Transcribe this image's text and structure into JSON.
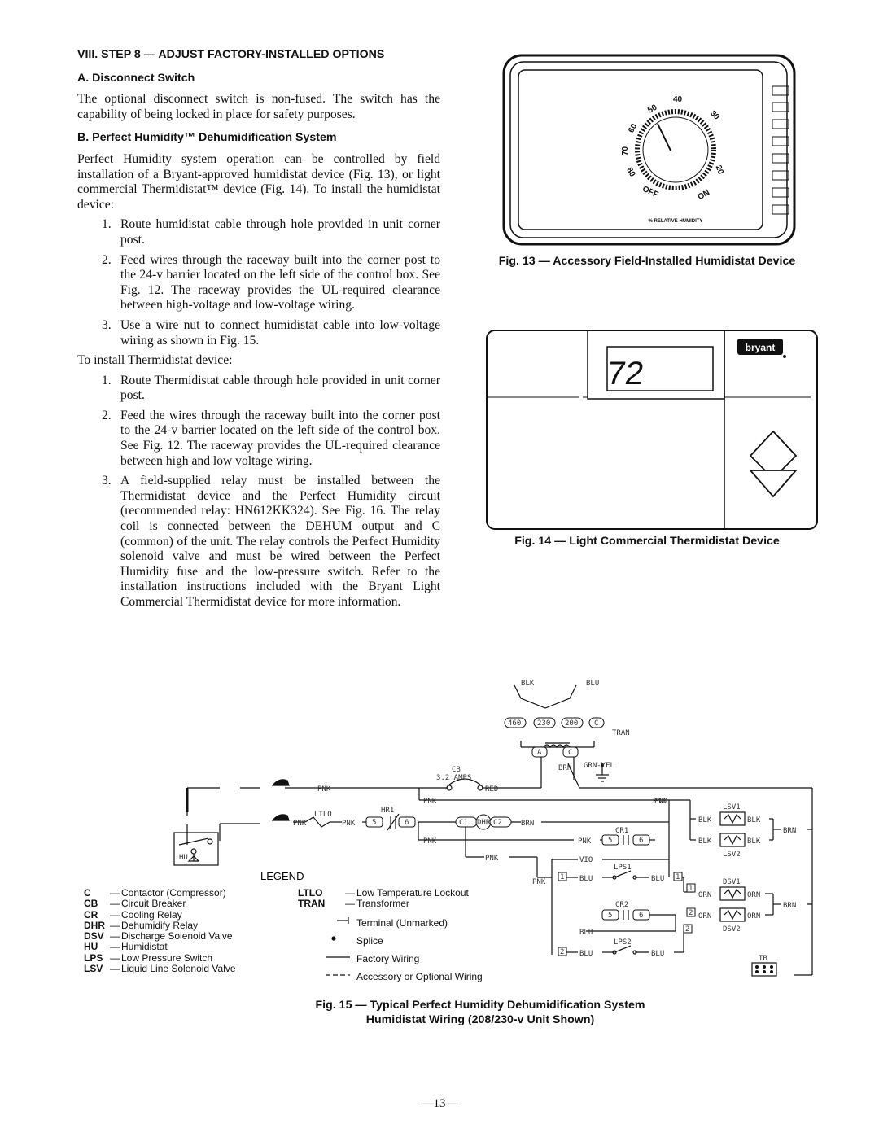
{
  "section": {
    "heading": "VIII. STEP 8 — ADJUST FACTORY-INSTALLED OPTIONS",
    "a_heading": "A. Disconnect Switch",
    "a_text": "The optional disconnect switch is non-fused. The switch has the capability of being locked in place for safety purposes.",
    "b_heading": "B. Perfect Humidity™ Dehumidification System",
    "b_text": "Perfect Humidity system operation can be controlled by field installation of a Bryant-approved humidistat device (Fig. 13), or light commercial Thermidistat™ device (Fig. 14). To install the humidistat device:",
    "humidistat_steps": [
      "Route humidistat cable through hole provided in unit corner post.",
      "Feed wires through the raceway built into the corner post to the 24-v barrier located on the left side of the control box. See Fig. 12. The raceway provides the UL-required clearance between high-voltage and low-voltage wiring.",
      "Use a wire nut to connect humidistat cable into low-voltage wiring as shown in Fig. 15."
    ],
    "thermidistat_intro": "To install Thermidistat device:",
    "thermidistat_steps": [
      "Route Thermidistat cable through hole provided in unit corner post.",
      "Feed the wires through the raceway built into the corner post to the 24-v barrier located on the left side of the control box. See Fig. 12. The raceway provides the UL-required clearance between high and low voltage wiring.",
      "A field-supplied relay must be installed between the Thermidistat device and the Perfect Humidity circuit (recommended relay: HN612KK324). See Fig. 16. The relay coil is connected between the DEHUM output and C (common) of the unit. The relay controls the Perfect Humidity solenoid valve and must be wired between the Perfect Humidity fuse and the low-pressure switch. Refer to the installation instructions included with the Bryant Light Commercial Thermidistat device for more information."
    ]
  },
  "fig13": {
    "dial_numbers": [
      "40",
      "50",
      "60",
      "70",
      "80",
      "30",
      "20"
    ],
    "off_label": "OFF",
    "on_label": "ON",
    "scale_label": "% RELATIVE HUMIDITY",
    "caption": "Fig. 13 — Accessory Field-Installed Humidistat Device"
  },
  "fig14": {
    "display": "72",
    "brand": "bryant",
    "caption": "Fig. 14 — Light Commercial Thermidistat Device"
  },
  "fig15": {
    "labels": {
      "blk": "BLK",
      "blu": "BLU",
      "t460": "460",
      "t230": "230",
      "t200": "200",
      "tc": "C",
      "tran": "TRAN",
      "ta": "A",
      "tc2": "C",
      "brn": "BRN",
      "grnyel": "GRN-YEL",
      "cb": "CB",
      "amps": "3.2 AMPS",
      "pnk": "PNK",
      "red": "RED",
      "ltlo": "LTLO",
      "hr1": "HR1",
      "t5": "5",
      "t6": "6",
      "c1": "C1",
      "dhr": "DHR",
      "c2": "C2",
      "cr1": "CR1",
      "cr2": "CR2",
      "vio": "VIO",
      "lps1": "LPS1",
      "lps2": "LPS2",
      "lsv1": "LSV1",
      "lsv2": "LSV2",
      "dsv1": "DSV1",
      "dsv2": "DSV2",
      "orn": "ORN",
      "hu": "HU",
      "tb": "TB",
      "n1": "1",
      "n2": "2"
    },
    "legend_title": "LEGEND",
    "legend": [
      {
        "abbr": "C",
        "desc": "Contactor (Compressor)"
      },
      {
        "abbr": "CB",
        "desc": "Circuit Breaker"
      },
      {
        "abbr": "CR",
        "desc": "Cooling Relay"
      },
      {
        "abbr": "DHR",
        "desc": "Dehumidify Relay"
      },
      {
        "abbr": "DSV",
        "desc": "Discharge Solenoid Valve"
      },
      {
        "abbr": "HU",
        "desc": "Humidistat"
      },
      {
        "abbr": "LPS",
        "desc": "Low Pressure Switch"
      },
      {
        "abbr": "LSV",
        "desc": "Liquid Line Solenoid Valve"
      }
    ],
    "legend2": [
      {
        "abbr": "LTLO",
        "desc": "Low Temperature Lockout"
      },
      {
        "abbr": "TRAN",
        "desc": "Transformer"
      }
    ],
    "symbols": [
      "Terminal (Unmarked)",
      "Splice",
      "Factory Wiring",
      "Accessory or Optional Wiring"
    ],
    "caption_line1": "Fig. 15 — Typical Perfect Humidity Dehumidification System",
    "caption_line2": "Humidistat Wiring (208/230-v Unit Shown)"
  },
  "page_number": "—13—"
}
